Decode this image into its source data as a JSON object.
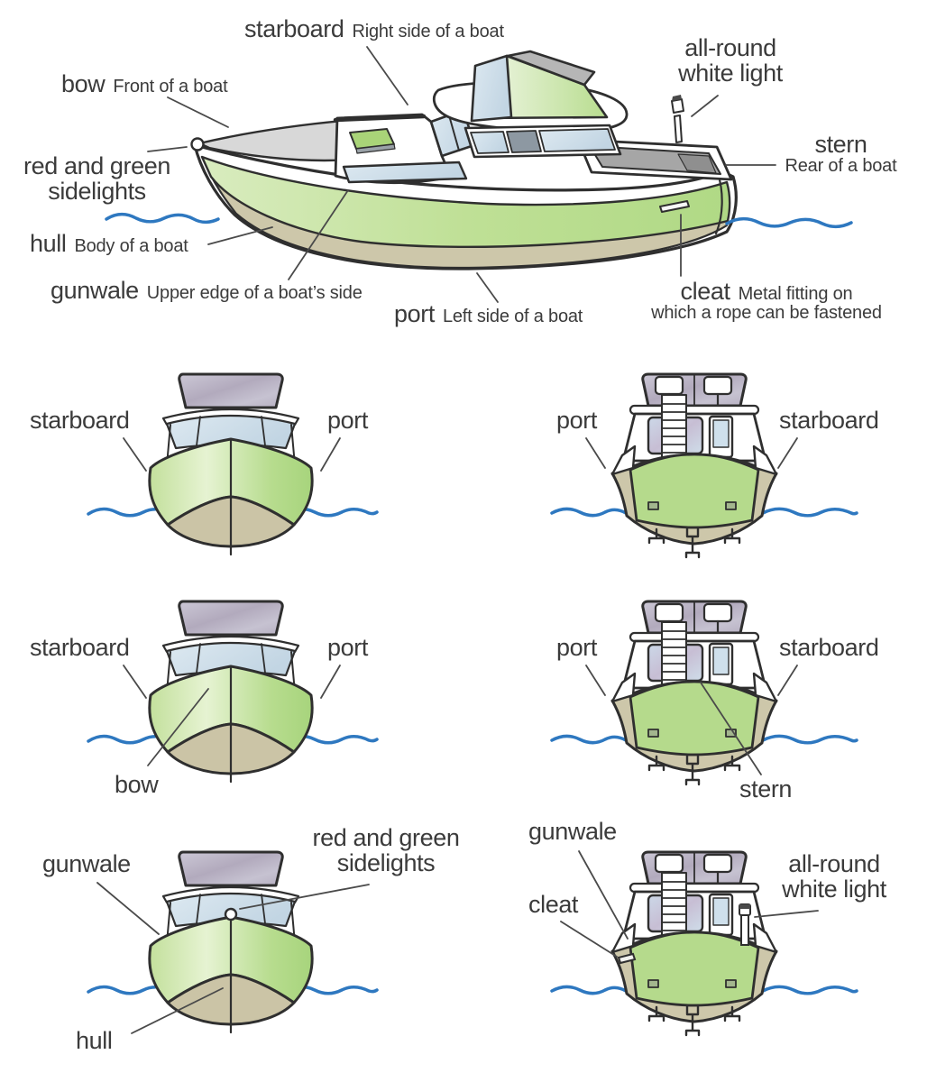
{
  "side_view_labels": {
    "starboard": {
      "term": "starboard",
      "definition": "Right side of a boat"
    },
    "bow": {
      "term": "bow",
      "definition": "Front of a boat"
    },
    "sidelights": {
      "term": "red and green sidelights"
    },
    "white_light": {
      "term": "all-round white light"
    },
    "stern": {
      "term": "stern",
      "definition": "Rear of a boat"
    },
    "hull": {
      "term": "hull",
      "definition": "Body of a boat"
    },
    "gunwale": {
      "term": "gunwale",
      "definition": "Upper edge of a boat’s side"
    },
    "port": {
      "term": "port",
      "definition": "Left side of a boat"
    },
    "cleat": {
      "term": "cleat",
      "definition_line1": "Metal fitting on",
      "definition_line2": "which a rope can be fastened"
    }
  },
  "bow_views": {
    "row1": {
      "left_label": "starboard",
      "right_label": "port"
    },
    "row2": {
      "left_label": "starboard",
      "right_label": "port",
      "bow_label": "bow"
    },
    "row3": {
      "gunwale_label": "gunwale",
      "sidelights_label": "red and green sidelights",
      "hull_label": "hull"
    }
  },
  "stern_views": {
    "row1": {
      "left_label": "port",
      "right_label": "starboard"
    },
    "row2": {
      "left_label": "port",
      "right_label": "starboard",
      "stern_label": "stern"
    },
    "row3": {
      "gunwale_label": "gunwale",
      "cleat_label": "cleat",
      "white_light_label": "all-round white light"
    }
  },
  "colors": {
    "hull_green": "#b6db8d",
    "hull_tan": "#cdc7aa",
    "cabin_roof_purple": "#b5adc0",
    "window_blue": "#cfe0ec",
    "water_blue": "#2e78c0",
    "outline": "#2f2f2f",
    "text": "#3b3b3b"
  }
}
